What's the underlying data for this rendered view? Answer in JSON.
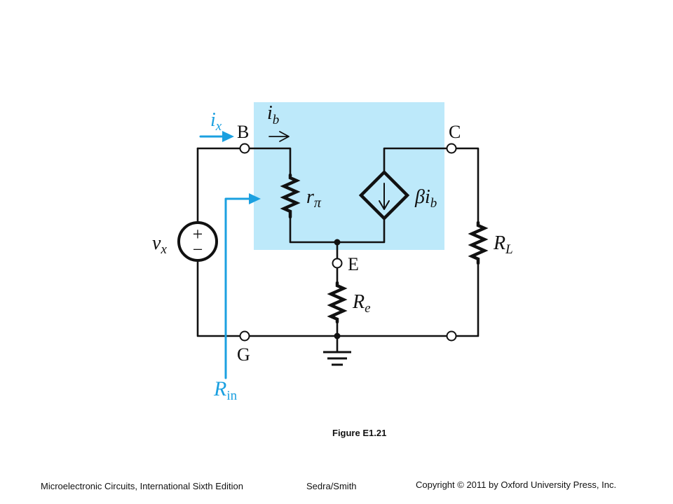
{
  "labels": {
    "node_b": "B",
    "node_c": "C",
    "node_e": "E",
    "node_g": "G",
    "ib": "i",
    "ib_sub": "b",
    "ix": "i",
    "ix_sub": "x",
    "rpi": "r",
    "rpi_sub": "π",
    "beta_source": "βi",
    "beta_source_sub": "b",
    "vx": "v",
    "vx_sub": "x",
    "rl": "R",
    "rl_sub": "L",
    "re": "R",
    "re_sub": "e",
    "rin": "R",
    "rin_sub": "in",
    "plus": "+",
    "minus": "−"
  },
  "colors": {
    "shaded_region": "#bde9fa",
    "blue_annotation": "#1ba0e0",
    "wire": "#111111"
  },
  "caption": {
    "figure": "Figure E1.21"
  },
  "footer": {
    "left": "Microelectronic Circuits, International Sixth Edition",
    "center": "Sedra/Smith",
    "right": "Copyright © 2011 by Oxford University Press, Inc."
  }
}
